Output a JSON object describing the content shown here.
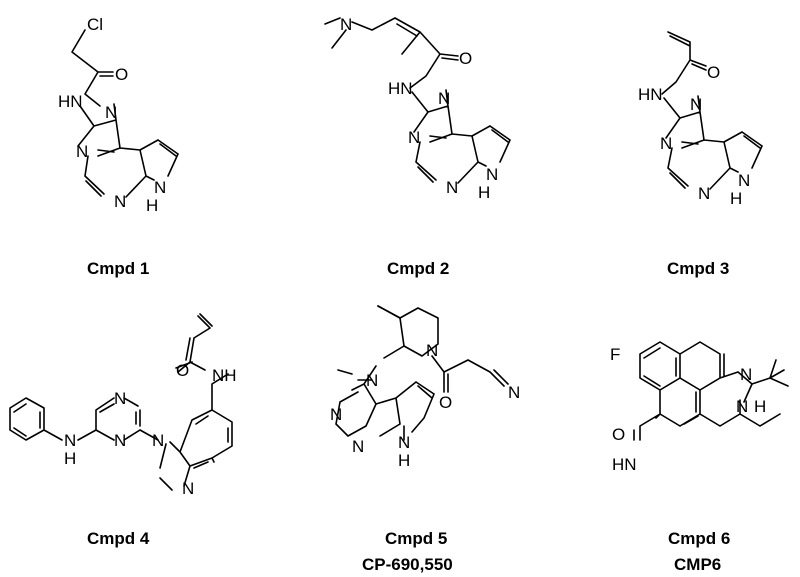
{
  "compounds": [
    {
      "caption": "Cmpd 1",
      "labels": {
        "cl": "Cl",
        "o": "O",
        "nh": "HN",
        "n1": "N",
        "n3": "N",
        "npy": "N",
        "nh_pyr": "N",
        "h_pyr": "H"
      }
    },
    {
      "caption": "Cmpd 2",
      "labels": {
        "n_dimethyl": "N",
        "o": "O",
        "nh": "HN",
        "n1": "N",
        "n3": "N",
        "npy": "N",
        "nh_pyr": "N",
        "h_pyr": "H"
      }
    },
    {
      "caption": "Cmpd 3",
      "labels": {
        "o": "O",
        "nh": "HN",
        "n1": "N",
        "n3": "N",
        "npy": "N",
        "nh_pyr": "N",
        "h_pyr": "H"
      }
    },
    {
      "caption": "Cmpd 4",
      "labels": {
        "o": "O",
        "nh_amide": "NH",
        "nh_anil_n": "N",
        "nh_anil_h": "H",
        "n_pyz_a": "N",
        "n_pyz_b": "N",
        "n_bzim1": "N",
        "n_bzim3": "N"
      }
    },
    {
      "caption": "Cmpd 5",
      "subcaption": "CP-690,550",
      "labels": {
        "n_me": "N",
        "n_pip": "N",
        "o": "O",
        "n_nitrile": "N",
        "n_pyr_a": "N",
        "n_pyr_b": "N",
        "nh_n": "N",
        "nh_h": "H"
      }
    },
    {
      "caption": "Cmpd 6",
      "subcaption": "CMP6",
      "labels": {
        "f": "F",
        "o": "O",
        "hn": "HN",
        "n_im": "N",
        "nh_n": "N",
        "nh_h": "H"
      }
    }
  ]
}
